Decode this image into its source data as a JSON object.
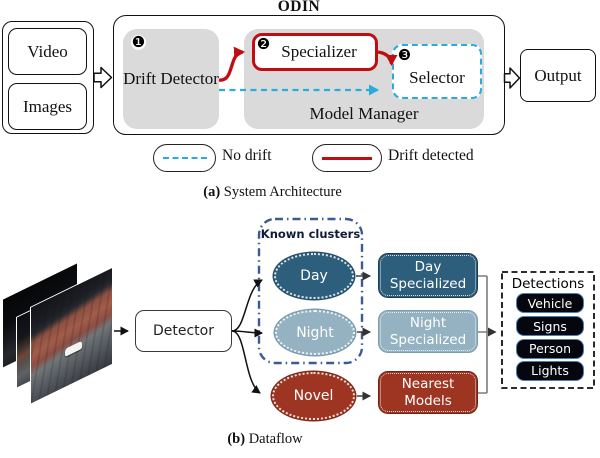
{
  "figure": {
    "panel_a": {
      "title": "ODIN",
      "inputs": {
        "video": "Video",
        "images": "Images"
      },
      "drift_detector": {
        "badge": "❶",
        "label": "Drift Detector"
      },
      "specializer": {
        "badge": "❷",
        "label": "Specializer"
      },
      "selector": {
        "badge": "❸",
        "label": "Selector"
      },
      "model_manager_label": "Model Manager",
      "output_label": "Output",
      "legend": {
        "no_drift": "No drift",
        "drift_detected": "Drift detected"
      },
      "caption_label": "(a)",
      "caption_text": "System Architecture"
    },
    "panel_b": {
      "detector_label": "Detector",
      "known_clusters_label": "Known clusters",
      "clusters": [
        {
          "label": "Day",
          "color": "#2d5f7c"
        },
        {
          "label": "Night",
          "color": "#94b2c2"
        },
        {
          "label": "Novel",
          "color": "#9e3522"
        }
      ],
      "models": [
        {
          "label": "Day Specialized",
          "color": "#2d5f7c"
        },
        {
          "label": "Night Specialized",
          "color": "#94b2c2"
        },
        {
          "label": "Nearest Models",
          "color": "#9e3522"
        }
      ],
      "detections": {
        "title": "Detections",
        "items": [
          "Vehicle",
          "Signs",
          "Person",
          "Lights"
        ]
      },
      "caption_label": "(b)",
      "caption_text": "Dataflow"
    },
    "colors": {
      "no_drift_blue": "#29abe2",
      "drift_red": "#c00d12",
      "cluster_outline": "#3b5a96",
      "detection_pill_border": "#4d7eb8",
      "panel_gray": "#dadada"
    }
  }
}
